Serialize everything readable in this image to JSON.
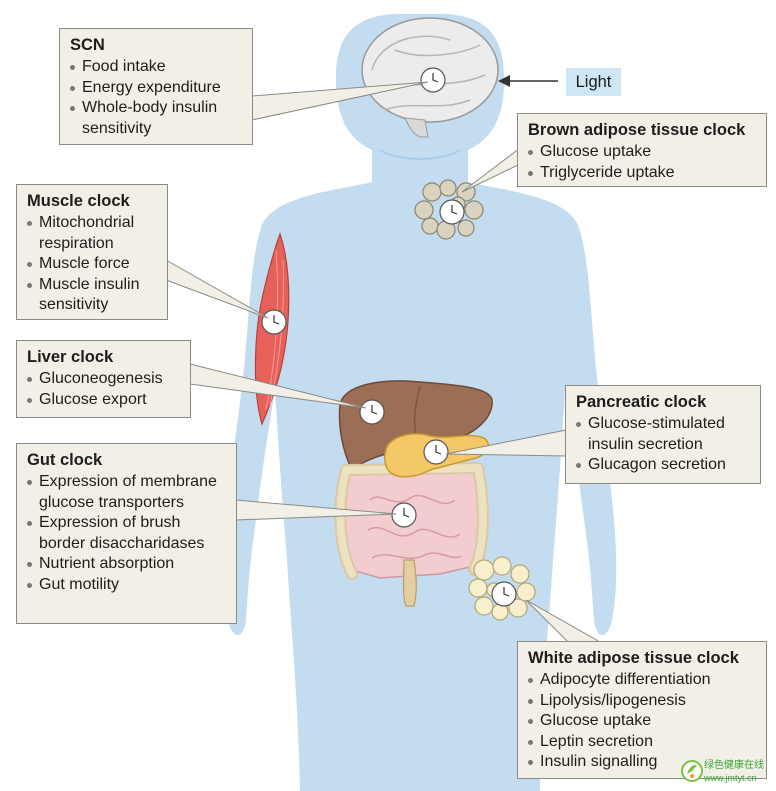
{
  "light": {
    "label": "Light"
  },
  "scn": {
    "title": "SCN",
    "items": [
      "Food intake",
      "Energy expenditure",
      "Whole-body insulin sensitivity"
    ]
  },
  "brown_adipose": {
    "title": "Brown adipose tissue clock",
    "items": [
      "Glucose uptake",
      "Triglyceride uptake"
    ]
  },
  "muscle": {
    "title": "Muscle clock",
    "items": [
      "Mitochondrial respiration",
      "Muscle force",
      "Muscle insulin sensitivity"
    ]
  },
  "liver": {
    "title": "Liver clock",
    "items": [
      "Gluconeogenesis",
      "Glucose export"
    ]
  },
  "pancreatic": {
    "title": "Pancreatic clock",
    "items": [
      "Glucose-stimulated insulin secretion",
      "Glucagon secretion"
    ]
  },
  "gut": {
    "title": "Gut clock",
    "items": [
      "Expression of membrane glucose transporters",
      "Expression of brush border disaccharidases",
      "Nutrient absorption",
      "Gut motility"
    ]
  },
  "white_adipose": {
    "title": "White adipose tissue clock",
    "items": [
      "Adipocyte differentiation",
      "Lipolysis/lipogenesis",
      "Glucose uptake",
      "Leptin secretion",
      "Insulin signalling"
    ]
  },
  "watermark": {
    "text": "绿色健康在线",
    "url": "www.jmtyt.cn"
  },
  "colors": {
    "body": "#c3dcef",
    "box_bg": "#f2efe6",
    "muscle": "#e8605a",
    "liver": "#9b6e55",
    "pancreas": "#f4c866",
    "intestine": "#f3ccd0",
    "fat": "#e2ddc8"
  }
}
